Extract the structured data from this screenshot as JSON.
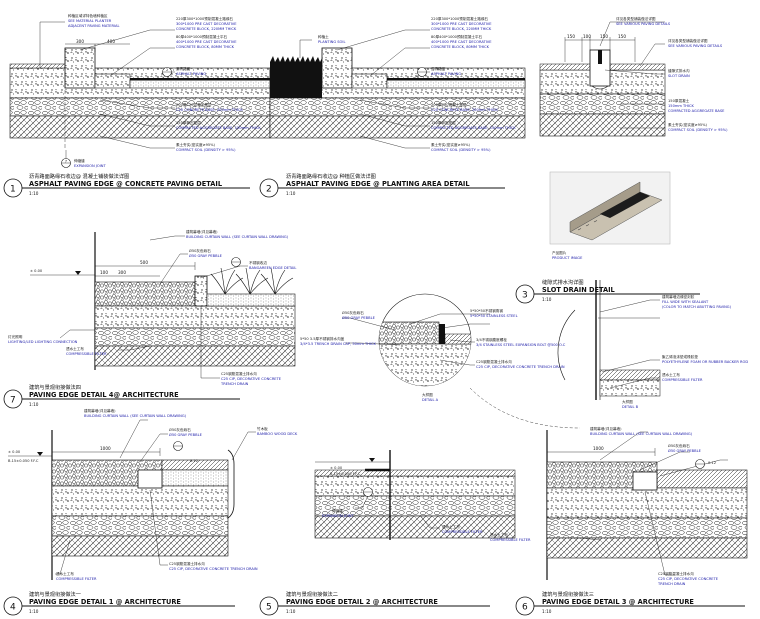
{
  "details": [
    {
      "num": "1",
      "cn": "沥青路面路缘石收边@ 混凝土铺装做法详图",
      "en": "ASPHALT PAVING EDGE @ CONCRETE PAVING DETAIL",
      "scale": "1:10"
    },
    {
      "num": "2",
      "cn": "沥青路面路缘石收边@ 种植区做法详图",
      "en": "ASPHALT PAVING EDGE @ PLANTING AREA DETAIL",
      "scale": "1:10"
    },
    {
      "num": "3",
      "cn": "缝隙式排水沟详图",
      "en": "SLOT DRAIN DETAIL",
      "scale": "1:10"
    },
    {
      "num": "7",
      "cn": "建筑与景观衔接做法四",
      "en": "PAVING EDGE DETAIL 4@ ARCHITECTURE",
      "scale": "1:10"
    },
    {
      "num": "4",
      "cn": "建筑与景观衔接做法一",
      "en": "PAVING EDGE DETAIL 1 @ ARCHITECTURE",
      "scale": "1:10"
    },
    {
      "num": "5",
      "cn": "建筑与景观衔接做法二",
      "en": "PAVING EDGE DETAIL 2 @ ARCHITECTURE",
      "scale": "1:10"
    },
    {
      "num": "6",
      "cn": "建筑与景观衔接做法三",
      "en": "PAVING EDGE DETAIL 3 @ ARCHITECTURE",
      "scale": "1:10"
    }
  ],
  "d1": {
    "note_planter_cn": "种植区域详特色墙种植区",
    "note_planter_en": "SEE MATERIAL PLANTER",
    "note_planter_en2": "ADJACENT PAVING MATERIAL",
    "note_block_cn": "220厚300*1000预制混凝土路缘石",
    "note_block_en": "300*1000 PRE CAST DECORATIVE",
    "note_block_en2": "CONCRETE BLOCK, 220MM THICK",
    "note_block2_cn": "80厚400*1000预制混凝土平石",
    "note_block2_en": "400*1000 PRE CAST DECORATIVE",
    "note_block2_en2": "CONCRETE BLOCK, 80MM THICK",
    "note_asphalt_cn": "沥青路面",
    "note_asphalt_en": "ASPHALT PAVING",
    "note_c20_cn": "200厚C20混凝土基层",
    "note_c20_en": "C20 CONCRETE BASE, 200mm THICK",
    "note_agg_cn": "150厚碎石垫层",
    "note_agg_en": "COMPACTED AGGREGATE BASE, 150mm THICK",
    "note_soil_cn": "素土夯实(密实度≥95%)",
    "note_soil_en": "COMPACT SOIL (DENSITY > 95%)",
    "note_joint_cn": "伸缩缝",
    "note_joint_en": "EXPANSION JOINT",
    "dim_1": "300",
    "dim_2": "400",
    "bubble_a": "2",
    "bubble_a_sub": "LB-01"
  },
  "d2": {
    "note_soil_cn": "种植土",
    "note_soil_en": "PLANTING SOIL"
  },
  "d3": {
    "note_top_cn": "详见各类型铺装做法详图",
    "note_top_en": "SEE VARIOUS PAVING DETAILS",
    "note_drain_cn": "缝隙式排水沟",
    "note_drain_en": "SLOT DRAIN",
    "note_conc_cn": "150厚混凝土",
    "note_conc_en": "150mm THICK",
    "note_conc_en2": "COMPACTED AGGREGATE BASE",
    "dims": [
      "150",
      "100",
      "150",
      "150"
    ],
    "photo_cn": "产品图片",
    "photo_en": "PRODUCT IMAGE"
  },
  "d7": {
    "note_wall_cn": "建筑幕墙(详见幕墙)",
    "note_wall_en": "BUILDING CURTAIN WALL (SEE CURTAIN WALL DRAWING)",
    "note_pebble_cn": "Ø50灰色砾石",
    "note_pebble_en": "Ø50 GRAY PEBBLE",
    "note_edge_cn": "不锈钢收边",
    "note_edge_en": "BANGAREEN EDGE DETAIL",
    "note_light_cn": "灯光照明",
    "note_light_en": "LIGHTING/LED LIGHTING CONNECTION",
    "note_filter_cn": "透水土工布",
    "note_filter_en": "COMPRESSIBLE FILTER",
    "note_trench_cn": "C25钢筋混凝土排水沟",
    "note_trench_en": "C25 CIP, DECORATIVE CONCRETE",
    "note_trench_en2": "TRENCH DRAIN",
    "level": "± 0.00",
    "dim_a": "500",
    "dim_b": "300",
    "dim_c": "100"
  },
  "d8": {
    "note_a_cn": "Ø50灰色砾石",
    "note_a_en": "Ø50 GRAY PEBBLE",
    "note_b_cn": "5*50*50不锈钢角钢",
    "note_b_en": "5*50*50 STAINLESS STEEL",
    "note_c_cn": "5*50 3.5厚不锈钢排水沟盖",
    "note_c_en": "3/4*3.5 TRENCH DRAIN CAP, 50mm THICK",
    "note_d_cn": "C25钢筋混凝土排水沟",
    "note_d_en": "C25 CIP, DECORATIVE CONCRETE TRENCH DRAIN",
    "note_e_cn": "3/4不锈钢膨胀螺栓",
    "note_e_en": "3/4 STAINLESS STEEL EXPANSION BOLT @500 O.C",
    "callout_cn": "大样图",
    "callout_en": "DETAIL A"
  },
  "d9": {
    "note_a_cn": "建筑幕墙边缘密封胶",
    "note_a_en": "FILL WIDE WITH SEALANT",
    "note_a_en2": "(COLOR TO MATCH ABUTTING PAVING)",
    "note_b_cn": "聚乙烯泡沫垫或橡胶垫",
    "note_b_en": "POLYETHYLENE FOAM OR RUBBER BACKER ROD",
    "note_c_cn": "透水土工布",
    "note_c_en": "COMPRESSIBLE FILTER",
    "callout_cn": "大样图",
    "callout_en": "DETAIL B"
  },
  "d4": {
    "dim": "1000",
    "note_wall_cn": "建筑幕墙(详见幕墙)",
    "note_wall_en": "BUILDING CURTAIN WALL (SEE CURTAIN WALL DRAWING)",
    "note_pebble_cn": "Ø50灰色砾石",
    "note_pebble_en": "Ø50 GRAY PEBBLE",
    "note_deck_cn": "竹木板",
    "note_deck_en": "BAMBOO WOOD DECK",
    "note_trench_cn": "C25钢筋混凝土排水沟",
    "note_trench_en": "C25 CIP, DECORATIVE CONCRETE TRENCH DRAIN",
    "note_filter_cn": "透水土工布",
    "note_filter_en": "COMPRESSIBLE FILTER",
    "level": "± 0.00",
    "level2": "B.15±0.050 F.F.C",
    "slope": "0.12"
  },
  "d5": {
    "level": "± 0.00",
    "level2": "B.15±0.050 F.F.C",
    "note_joint_cn": "伸缩缝",
    "note_joint_en": "EXPANSION JOINT",
    "note_filter_cn": "透水土工布",
    "note_filter_en": "COMPRESSIBLE FILTER"
  },
  "d6": {
    "dim": "1000",
    "note_wall_cn": "建筑幕墙(详见幕墙)",
    "note_wall_en": "BUILDING CURTAIN WALL (SEE CURTAIN WALL DRAWING)",
    "note_pebble_cn": "Ø50灰色砾石",
    "note_pebble_en": "Ø50 GRAY PEBBLE",
    "note_filter_cn": "透水土工布",
    "note_filter_en": "COMPRESSIBLE FILTER",
    "note_trench_cn": "C25钢筋混凝土排水沟",
    "note_trench_en": "C25 CIP, DECORATIVE CONCRETE",
    "note_trench_en2": "TRENCH DRAIN",
    "level": "± 0.00",
    "slope": "0.12"
  }
}
